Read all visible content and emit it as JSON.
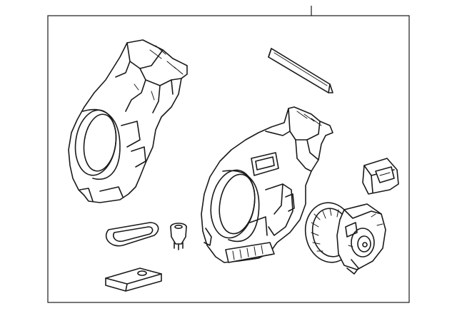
{
  "diagram": {
    "type": "exploded-parts-illustration",
    "parts": [
      "upper-case-housing",
      "cabin-filter",
      "lower-case-housing",
      "blower-resistor",
      "blower-motor-fan",
      "gasket-seal",
      "connector-plug",
      "pad-plate"
    ],
    "colors": {
      "line": "#1a1a1a",
      "background": "#ffffff",
      "frame": "#1a1a1a"
    }
  }
}
